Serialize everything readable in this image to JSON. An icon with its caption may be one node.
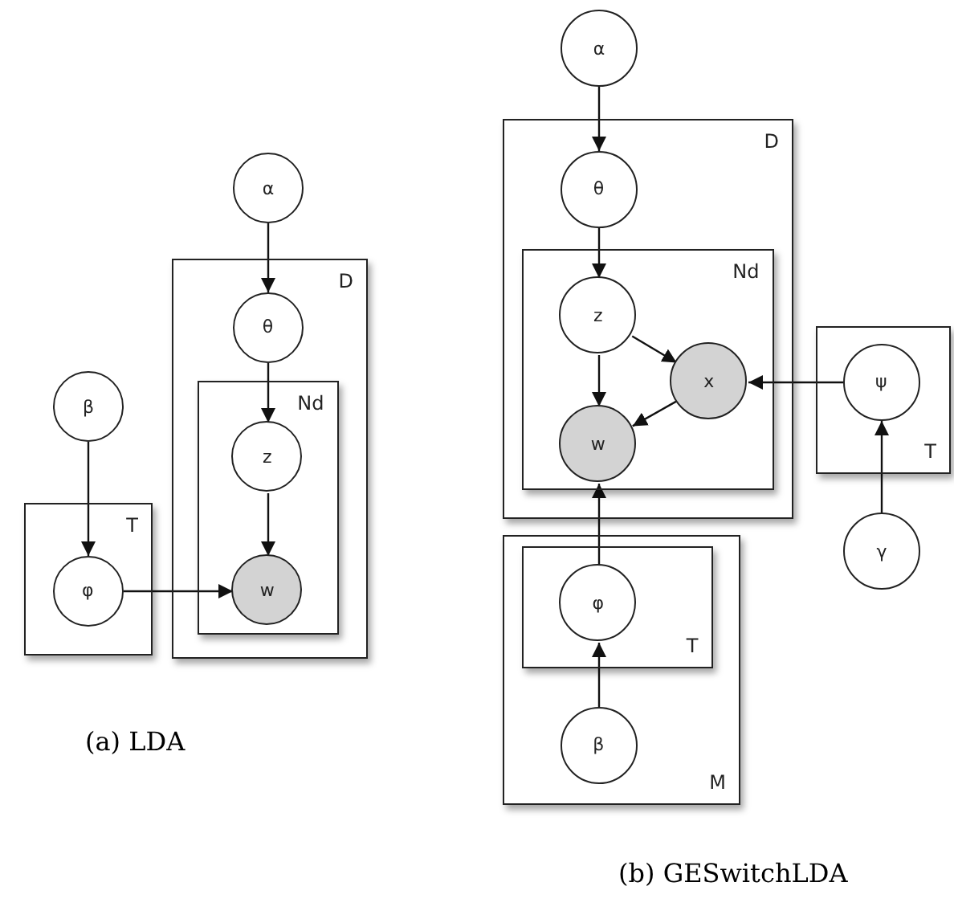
{
  "diagram": {
    "nodes": [
      {
        "text": [
          "α"
        ]
      },
      {
        "text": [
          "D"
        ]
      },
      {
        "text": [
          "θ"
        ],
        "in": 1
      },
      {
        "text": [
          "Nd"
        ],
        "in": 1
      },
      {
        "text": [
          "z"
        ],
        "in": 3
      },
      {
        "text": [
          "w"
        ],
        "in": 3
      },
      {
        "text": [
          "β"
        ]
      },
      {
        "text": [
          "T"
        ]
      },
      {
        "text": [
          "φ"
        ],
        "in": 7
      },
      {
        "text": [
          "α"
        ]
      },
      {
        "text": [
          "D"
        ]
      },
      {
        "text": [
          "θ"
        ],
        "in": 10
      },
      {
        "text": [
          "Nd"
        ],
        "in": 10
      },
      {
        "text": [
          "z"
        ],
        "in": 12
      },
      {
        "text": [
          "x"
        ],
        "in": 12
      },
      {
        "text": [
          "w"
        ],
        "in": 12
      },
      {
        "text": [
          "T"
        ]
      },
      {
        "text": [
          "ψ"
        ],
        "in": 16
      },
      {
        "text": [
          "γ"
        ]
      },
      {
        "text": [
          "M"
        ]
      },
      {
        "text": [
          "T"
        ],
        "in": 19
      },
      {
        "text": [
          "φ"
        ],
        "in": 20
      },
      {
        "text": [
          "β"
        ],
        "in": 19
      }
    ],
    "edges": [
      {
        "from": 0,
        "to": 2,
        "arrow": "to"
      },
      {
        "from": 2,
        "to": 4,
        "arrow": "to"
      },
      {
        "from": 4,
        "to": 5,
        "arrow": "to"
      },
      {
        "from": 6,
        "to": 8,
        "arrow": "to"
      },
      {
        "from": 8,
        "to": 5,
        "arrow": "to"
      },
      {
        "from": 9,
        "to": 11,
        "arrow": "to"
      },
      {
        "from": 11,
        "to": 13,
        "arrow": "to"
      },
      {
        "from": 13,
        "to": 15,
        "arrow": "to"
      },
      {
        "from": 13,
        "to": 14,
        "arrow": "to"
      },
      {
        "from": 14,
        "to": 15,
        "arrow": "to"
      },
      {
        "from": 17,
        "to": 14,
        "arrow": "to"
      },
      {
        "from": 18,
        "to": 17,
        "arrow": "to"
      },
      {
        "from": 21,
        "to": 15,
        "arrow": "to"
      },
      {
        "from": 22,
        "to": 21,
        "arrow": "to"
      }
    ],
    "labels": [
      "(a) LDA",
      "(b) GESwitchLDA"
    ]
  }
}
